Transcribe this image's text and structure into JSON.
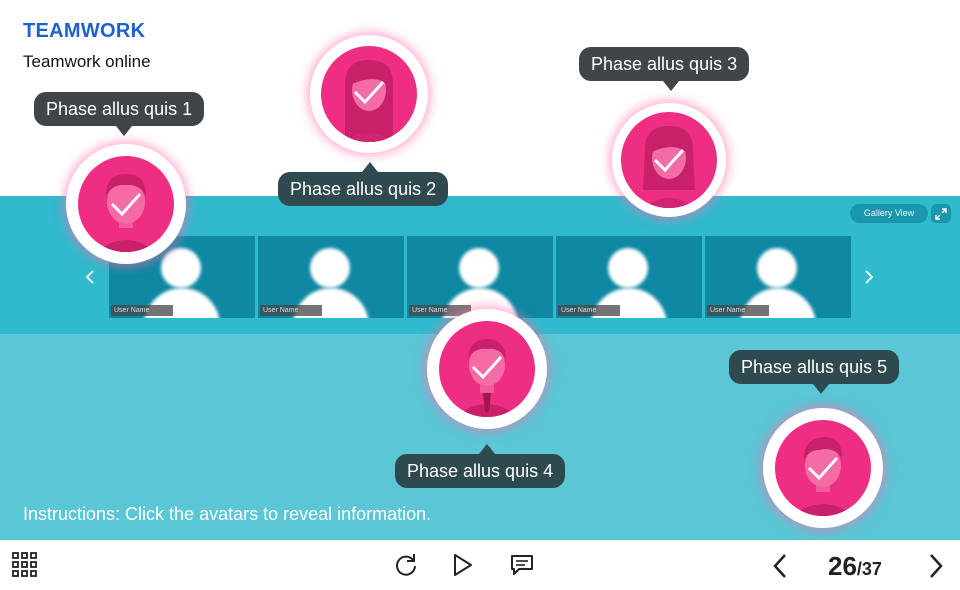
{
  "header": {
    "title": "TEAMWORK",
    "subtitle": "Teamwork online"
  },
  "gallery": {
    "view_label": "Gallery View",
    "user_label": "User Name",
    "tiles": [
      "User Name",
      "User Name",
      "User Name",
      "User Name",
      "User Name"
    ]
  },
  "bubbles": [
    {
      "label": "Phase allus quis 1"
    },
    {
      "label": "Phase allus quis 2"
    },
    {
      "label": "Phase allus quis 3"
    },
    {
      "label": "Phase allus quis 4"
    },
    {
      "label": "Phase allus quis 5"
    }
  ],
  "instructions": "Instructions: Click the avatars to reveal information.",
  "nav": {
    "current": "26",
    "total": "/37"
  },
  "colors": {
    "accent": "#1f5fd6",
    "teal_dark": "#31b9ce",
    "teal_light": "#5ac6d6",
    "pink": "#ee2e82",
    "bubble": "#2e4a4e"
  }
}
